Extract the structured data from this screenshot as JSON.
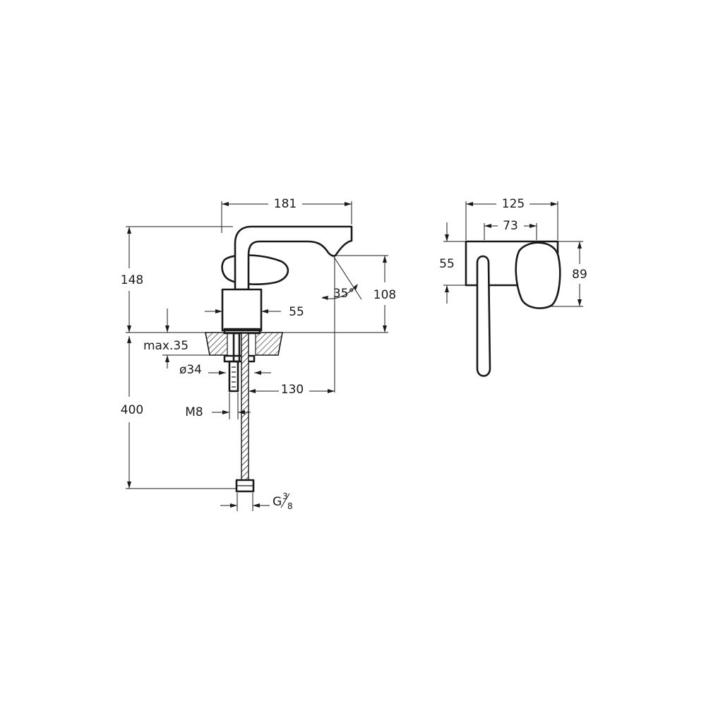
{
  "labels": {
    "width_181": "181",
    "height_148": "148",
    "height_108": "108",
    "angle_35": "35°",
    "body_55": "55",
    "max_35": "max.35",
    "dia_34": "ø34",
    "reach_130": "130",
    "thread_m8": "M8",
    "hose_400": "400",
    "conn_g": "G",
    "conn_num": "3",
    "conn_den": "8",
    "side_125": "125",
    "side_73": "73",
    "side_55": "55",
    "side_89": "89"
  }
}
